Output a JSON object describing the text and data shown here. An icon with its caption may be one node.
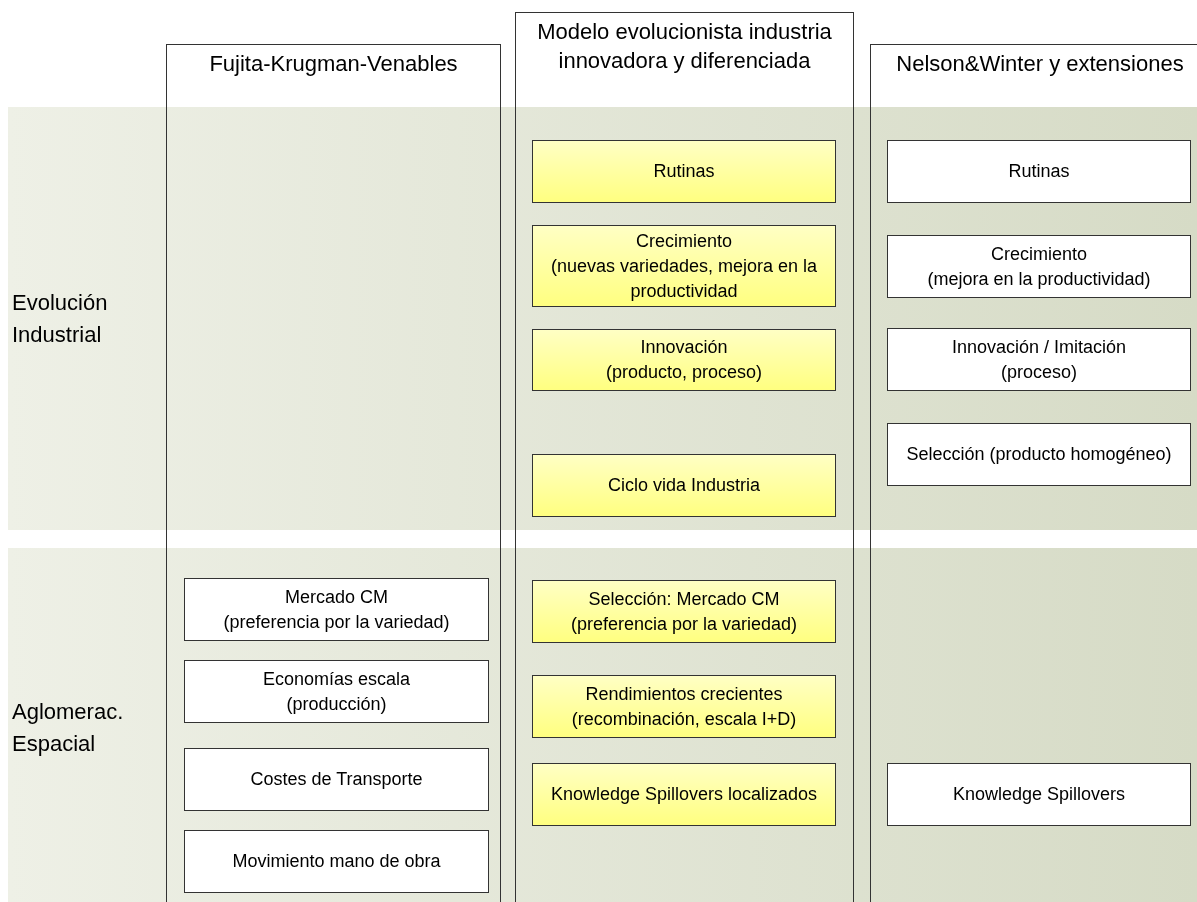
{
  "diagram": {
    "nodes": [
      {
        "text": [
          "Fujita-Krugman-Venables"
        ]
      },
      {
        "text": [
          "Modelo evolucionista industria innovadora y diferenciada"
        ]
      },
      {
        "text": [
          "Nelson&Winter y extensiones"
        ]
      },
      {
        "text": [
          "Evolución Industrial"
        ]
      },
      {
        "text": [
          "Aglomerac. Espacial"
        ]
      },
      {
        "text": [
          "Mercado CM",
          "(preferencia por la variedad)"
        ]
      },
      {
        "text": [
          "Economías escala",
          "(producción)"
        ]
      },
      {
        "text": [
          "Costes de Transporte"
        ]
      },
      {
        "text": [
          "Movimiento mano de obra"
        ]
      },
      {
        "text": [
          "Rutinas"
        ]
      },
      {
        "text": [
          "Crecimiento",
          "(nuevas variedades, mejora en la productividad"
        ]
      },
      {
        "text": [
          "Innovación",
          "(producto, proceso)"
        ]
      },
      {
        "text": [
          "Ciclo vida Industria"
        ]
      },
      {
        "text": [
          "Selección: Mercado CM",
          "(preferencia por la variedad)"
        ]
      },
      {
        "text": [
          "Rendimientos crecientes",
          "(recombinación, escala I+D)"
        ]
      },
      {
        "text": [
          "Knowledge Spillovers localizados"
        ]
      },
      {
        "text": [
          "Rutinas"
        ]
      },
      {
        "text": [
          "Crecimiento",
          "(mejora en la productividad)"
        ]
      },
      {
        "text": [
          "Innovación / Imitación",
          "(proceso)"
        ]
      },
      {
        "text": [
          "Selección (producto homogéneo)"
        ]
      },
      {
        "text": [
          "Knowledge Spillovers"
        ]
      }
    ],
    "edges": []
  }
}
